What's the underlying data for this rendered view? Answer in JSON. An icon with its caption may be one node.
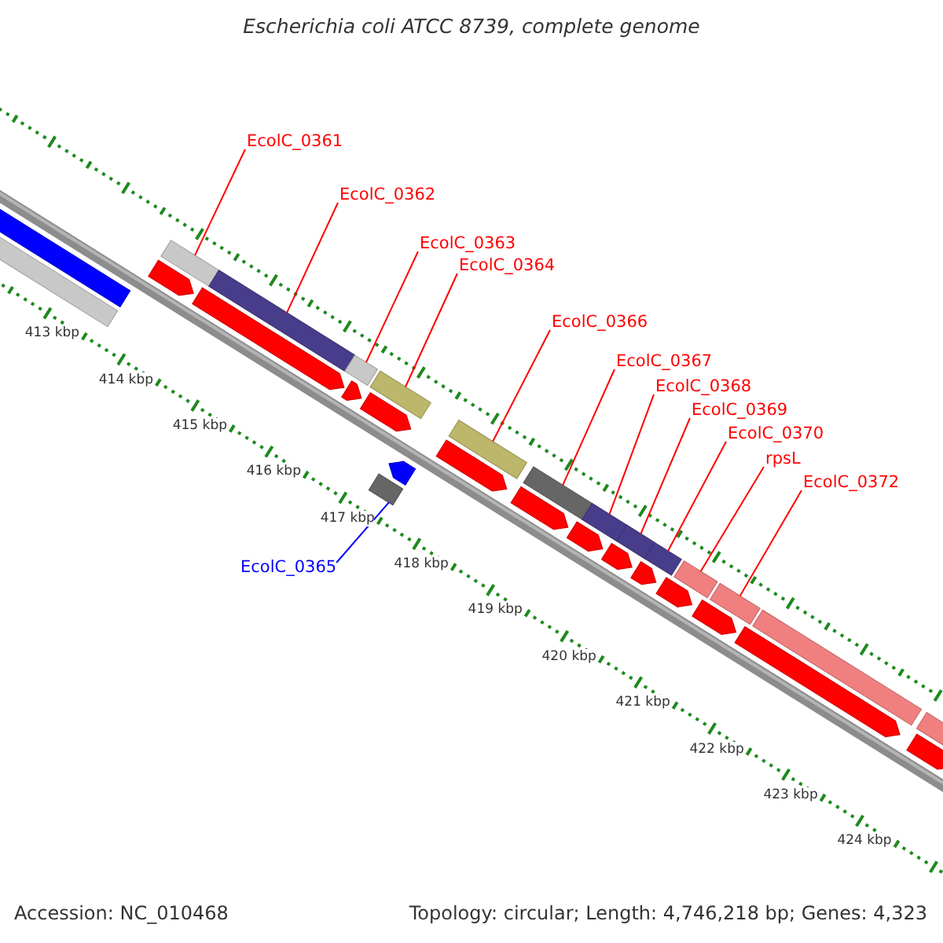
{
  "diagram": {
    "title": "Escherichia coli ATCC 8739, complete genome",
    "nodes": [
      {
        "text": [
          "EcolC_0361"
        ]
      },
      {
        "text": [
          "EcolC_0362"
        ]
      },
      {
        "text": [
          "EcolC_0363"
        ]
      },
      {
        "text": [
          "EcolC_0364"
        ]
      },
      {
        "text": [
          "EcolC_0366"
        ]
      },
      {
        "text": [
          "EcolC_0367"
        ]
      },
      {
        "text": [
          "EcolC_0368"
        ]
      },
      {
        "text": [
          "EcolC_0369"
        ]
      },
      {
        "text": [
          "EcolC_0370"
        ]
      },
      {
        "text": [
          "rpsL"
        ]
      },
      {
        "text": [
          "EcolC_0372"
        ]
      },
      {
        "text": [
          "EcolC_0365"
        ]
      },
      {
        "text": [],
        "shape": "bar"
      },
      {
        "text": [],
        "shape": "bar"
      },
      {
        "text": [],
        "shape": "bar"
      },
      {
        "text": [],
        "shape": "bar"
      },
      {
        "text": [],
        "shape": "bar"
      },
      {
        "text": [],
        "shape": "bar"
      },
      {
        "text": [],
        "shape": "bar"
      },
      {
        "text": [],
        "shape": "bar"
      },
      {
        "text": [],
        "shape": "bar"
      },
      {
        "text": [],
        "shape": "bar"
      },
      {
        "text": [],
        "shape": "bar"
      },
      {
        "text": [],
        "shape": "bar"
      },
      {
        "text": [],
        "shape": "bar"
      },
      {
        "text": [],
        "shape": "bar"
      },
      {
        "text": [],
        "shape": "arrow"
      },
      {
        "text": [],
        "shape": "arrow"
      },
      {
        "text": [],
        "shape": "arrow"
      },
      {
        "text": [],
        "shape": "arrow"
      },
      {
        "text": [],
        "shape": "arrow"
      },
      {
        "text": [],
        "shape": "arrow"
      },
      {
        "text": [],
        "shape": "arrow"
      },
      {
        "text": [],
        "shape": "arrow"
      },
      {
        "text": [],
        "shape": "arrow"
      },
      {
        "text": [],
        "shape": "arrow"
      },
      {
        "text": [],
        "shape": "arrow"
      },
      {
        "text": [],
        "shape": "arrow"
      },
      {
        "text": [],
        "shape": "arrow"
      },
      {
        "text": [],
        "shape": "bar"
      },
      {
        "text": [],
        "shape": "bar"
      },
      {
        "text": [],
        "shape": "arrow"
      }
    ],
    "edges": [
      {
        "from": 0,
        "to": 12,
        "arrow": "none"
      },
      {
        "from": 1,
        "to": 13,
        "arrow": "none"
      },
      {
        "from": 2,
        "to": 14,
        "arrow": "none"
      },
      {
        "from": 3,
        "to": 15,
        "arrow": "none"
      },
      {
        "from": 4,
        "to": 16,
        "arrow": "none"
      },
      {
        "from": 5,
        "to": 17,
        "arrow": "none"
      },
      {
        "from": 6,
        "to": 18,
        "arrow": "none"
      },
      {
        "from": 7,
        "to": 19,
        "arrow": "none"
      },
      {
        "from": 8,
        "to": 20,
        "arrow": "none"
      },
      {
        "from": 9,
        "to": 21,
        "arrow": "none"
      },
      {
        "from": 10,
        "to": 22,
        "arrow": "none"
      },
      {
        "from": 11,
        "to": 23,
        "arrow": "none",
        "color": "#0000ff"
      }
    ],
    "labels": [
      "413 kbp",
      "414 kbp",
      "415 kbp",
      "416 kbp",
      "417 kbp",
      "418 kbp",
      "419 kbp",
      "420 kbp",
      "421 kbp",
      "422 kbp",
      "423 kbp",
      "424 kbp",
      "Accession: NC_010468",
      "Topology: circular; Length: 4,746,218 bp; Genes: 4,323"
    ]
  }
}
